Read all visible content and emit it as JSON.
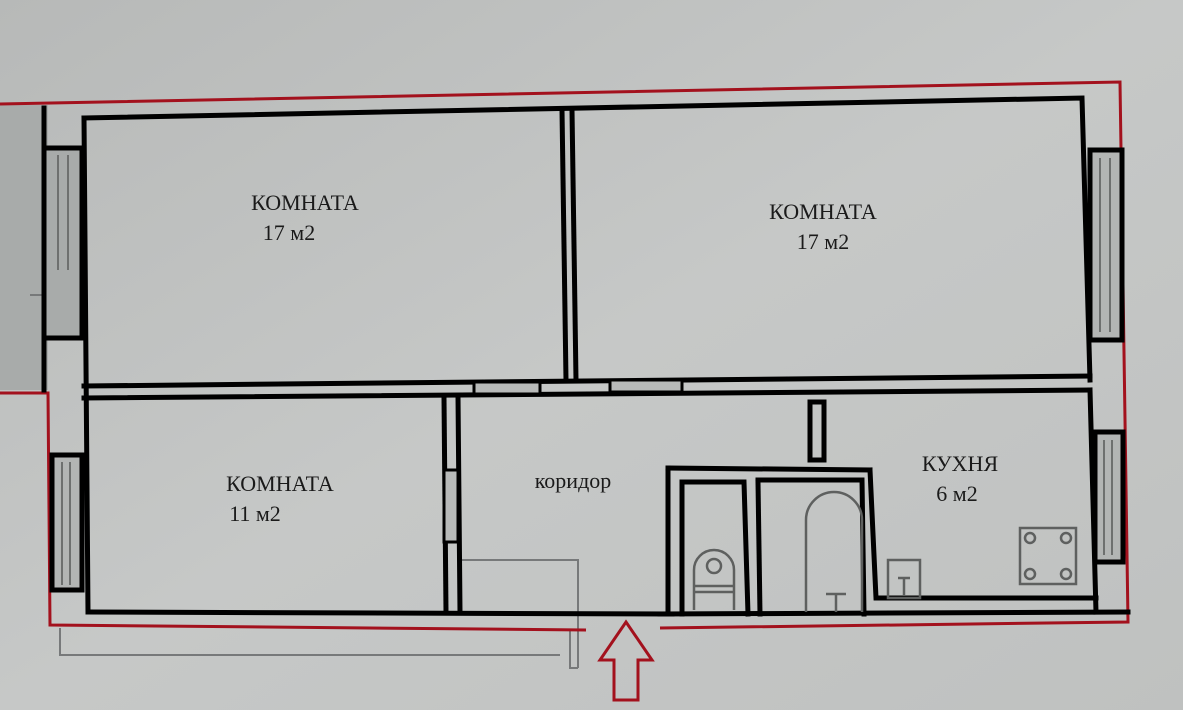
{
  "plan": {
    "colors": {
      "paper": "#c4c6c5",
      "paper_dark": "#a9acab",
      "wall": "#000000",
      "outline": "#a3111d",
      "pencil": "#6e706f"
    },
    "rooms": [
      {
        "id": "room-1",
        "name": "КОМНАТА",
        "area": "17 м2"
      },
      {
        "id": "room-2",
        "name": "КОМНАТА",
        "area": "17 м2"
      },
      {
        "id": "room-3",
        "name": "КОМНАТА",
        "area": "11 м2"
      },
      {
        "id": "corridor",
        "name": "коридор",
        "area": ""
      },
      {
        "id": "kitchen",
        "name": "КУХНЯ",
        "area": "6 м2"
      }
    ],
    "entrance_arrow": "up-arrow"
  }
}
